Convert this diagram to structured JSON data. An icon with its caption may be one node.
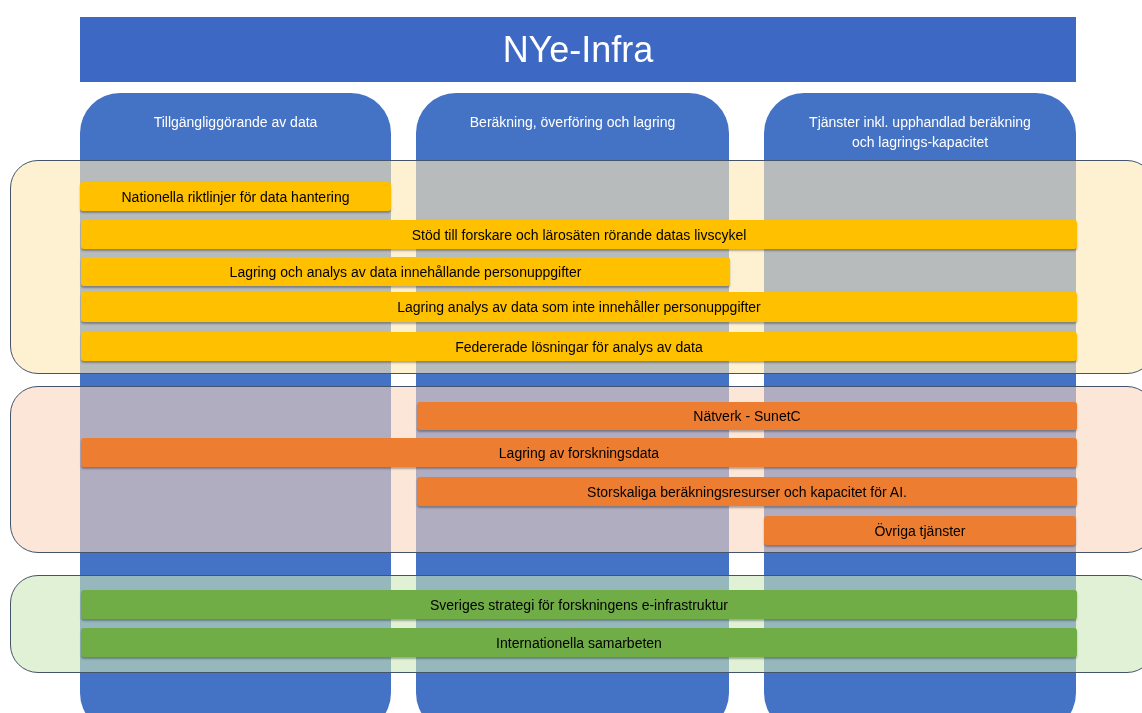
{
  "diagram": {
    "nodes": [
      {
        "text": [
          "NYe-Infra"
        ]
      },
      {
        "text": [
          "Tillgängliggörande av data"
        ]
      },
      {
        "text": [
          "Beräkning, överföring och lagring"
        ]
      },
      {
        "text": [
          "Tjänster inkl. upphandlad beräkning och lagrings-kapacitet"
        ]
      },
      {
        "text": [],
        "shape": "box"
      },
      {
        "text": [
          "Nationella riktlinjer för data hantering"
        ]
      },
      {
        "text": [
          "Stöd till forskare och lärosäten rörande datas livscykel"
        ],
        "in": 4
      },
      {
        "text": [
          "Lagring och analys av data innehållande personuppgifter"
        ],
        "in": 4
      },
      {
        "text": [
          "Lagring analys av data som inte innehåller personuppgifter"
        ],
        "in": 4
      },
      {
        "text": [
          "Federerade lösningar för analys av data"
        ],
        "in": 4
      },
      {
        "text": [],
        "shape": "box"
      },
      {
        "text": [
          "Nätverk - SunetC"
        ],
        "in": 10
      },
      {
        "text": [
          "Lagring av forskningsdata"
        ],
        "in": 10
      },
      {
        "text": [
          "Storskaliga beräkningsresurser och kapacitet för AI."
        ],
        "in": 10
      },
      {
        "text": [
          "Övriga tjänster"
        ]
      },
      {
        "text": [],
        "shape": "box"
      },
      {
        "text": [
          "Sveriges strategi för forskningens e-infrastruktur"
        ],
        "in": 15
      },
      {
        "text": [
          "Internationella samarbeten"
        ],
        "in": 15
      }
    ]
  }
}
